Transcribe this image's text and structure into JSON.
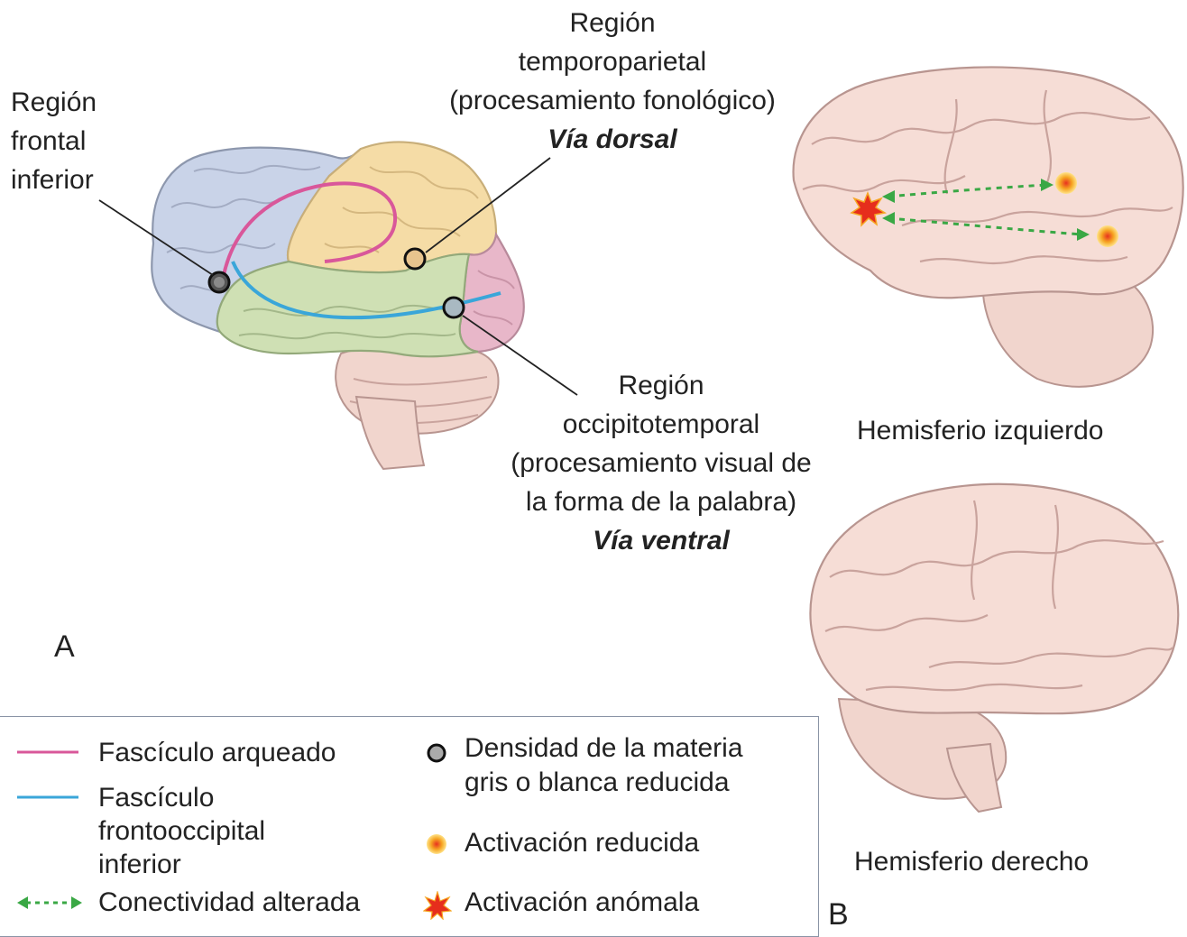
{
  "panel_a": {
    "letter": "A",
    "frontal": {
      "line1": "Región",
      "line2": "frontal",
      "line3": "inferior"
    },
    "temporoparietal": {
      "line1": "Región",
      "line2": "temporoparietal",
      "line3": "(procesamiento fonológico)",
      "pathway": "Vía dorsal"
    },
    "occipitotemporal": {
      "line1": "Región",
      "line2": "occipitotemporal",
      "line3": "(procesamiento visual de",
      "line4": "la forma de la palabra)",
      "pathway": "Vía ventral"
    }
  },
  "panel_b": {
    "letter": "B",
    "left_hemisphere": "Hemisferio izquierdo",
    "right_hemisphere": "Hemisferio derecho"
  },
  "legend": {
    "arcuate": "Fascículo arqueado",
    "ifof_line1": "Fascículo",
    "ifof_line2": "frontooccipital",
    "ifof_line3": "inferior",
    "connectivity": "Conectividad alterada",
    "density_line1": "Densidad de la materia",
    "density_line2": "gris o blanca reducida",
    "reduced_activation": "Activación reducida",
    "anomalous_activation": "Activación anómala"
  },
  "colors": {
    "frontal_lobe": "#c9d3e8",
    "parietal_lobe": "#f5dca6",
    "temporal_lobe": "#cfe0b4",
    "occipital_lobe": "#e8b7c9",
    "brain_tissue": "#f6ddd6",
    "arcuate_fasciculus": "#d9579a",
    "ifof": "#3aa6d9",
    "altered_connectivity": "#3aa845"
  }
}
